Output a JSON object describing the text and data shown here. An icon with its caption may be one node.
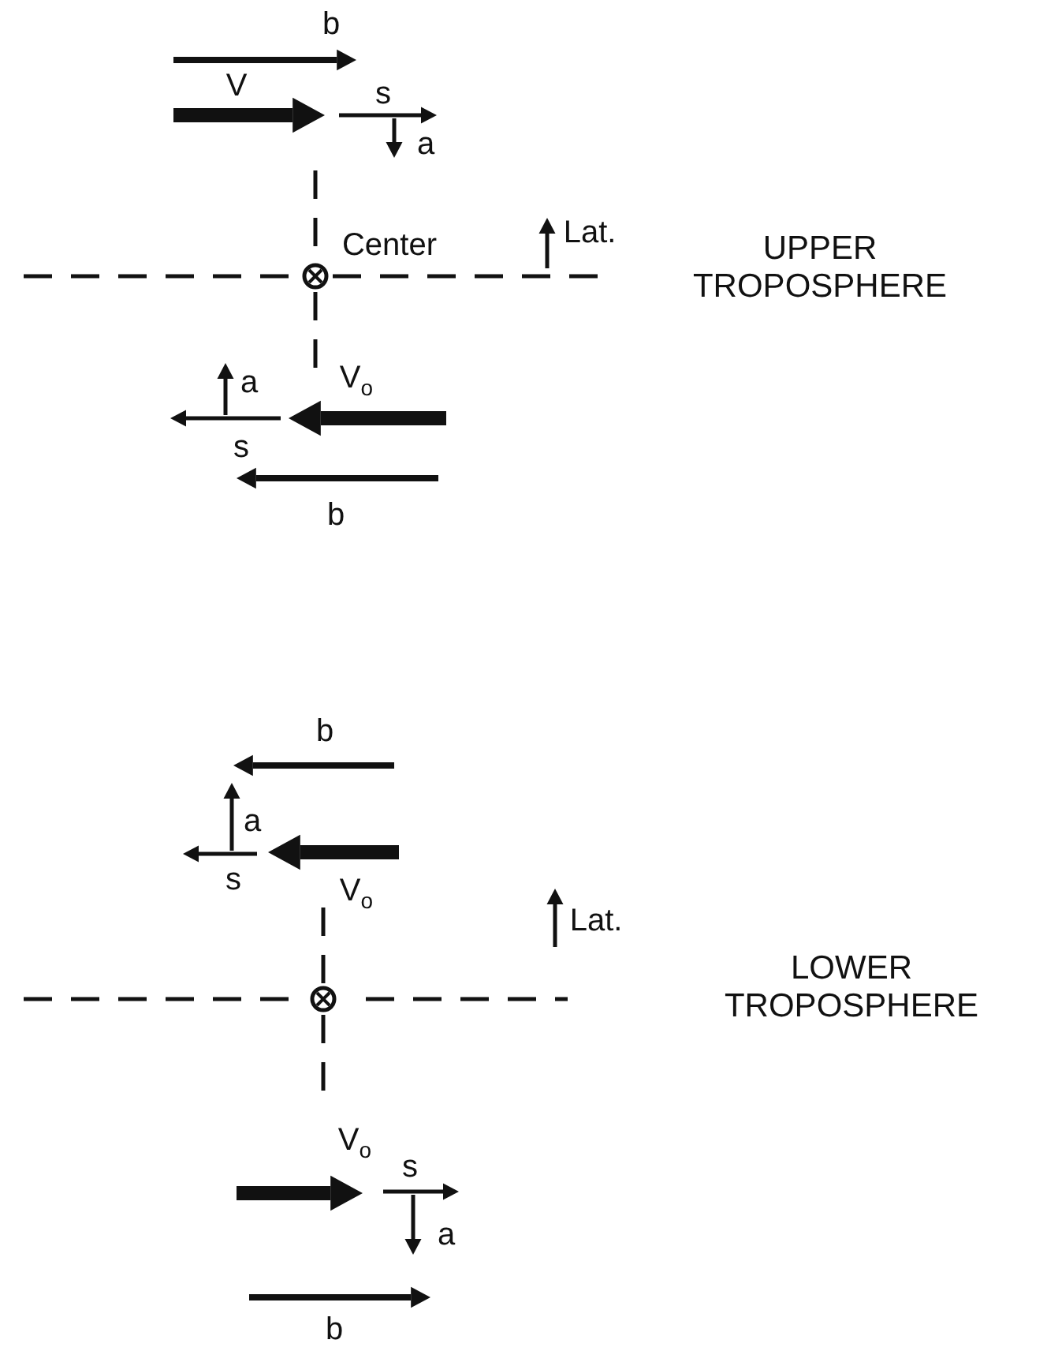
{
  "diagram": {
    "labels": [
      "b",
      "V",
      "s",
      "a",
      "Lat.",
      "Center",
      "UPPER TROPOSPHERE",
      "V$_{o}$",
      "a",
      "s",
      "b",
      "b",
      "a",
      "s",
      "V$_{o}$",
      "Lat.",
      "LOWER TROPOSPHERE",
      "V$_{o}$",
      "s",
      "a",
      "b"
    ]
  }
}
